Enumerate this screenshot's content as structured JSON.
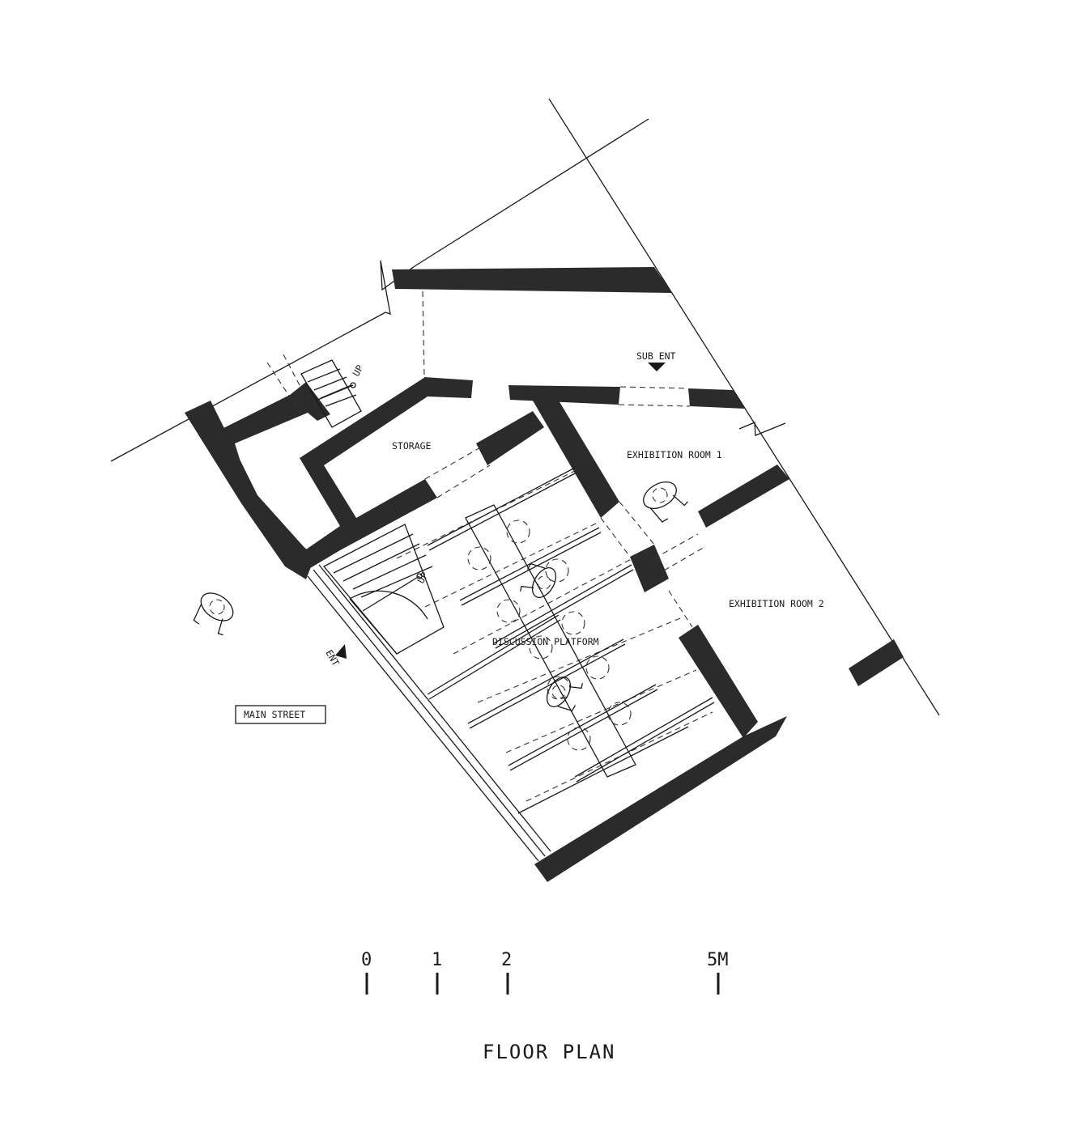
{
  "rooms": {
    "storage": "STORAGE",
    "exhibition_room_1": "EXHIBITION ROOM 1",
    "exhibition_room_2": "EXHIBITION ROOM 2",
    "discussion_platform": "DISCUSSION PLATFORM"
  },
  "entrances": {
    "sub_ent": "SUB ENT",
    "ent": "ENT"
  },
  "stairs": {
    "upper_up": "UP",
    "lower_up": "UP"
  },
  "street": {
    "main_street": "MAIN STREET"
  },
  "scale_bar": {
    "ticks": [
      "0",
      "1",
      "2",
      "5M"
    ]
  },
  "title": "FLOOR PLAN"
}
